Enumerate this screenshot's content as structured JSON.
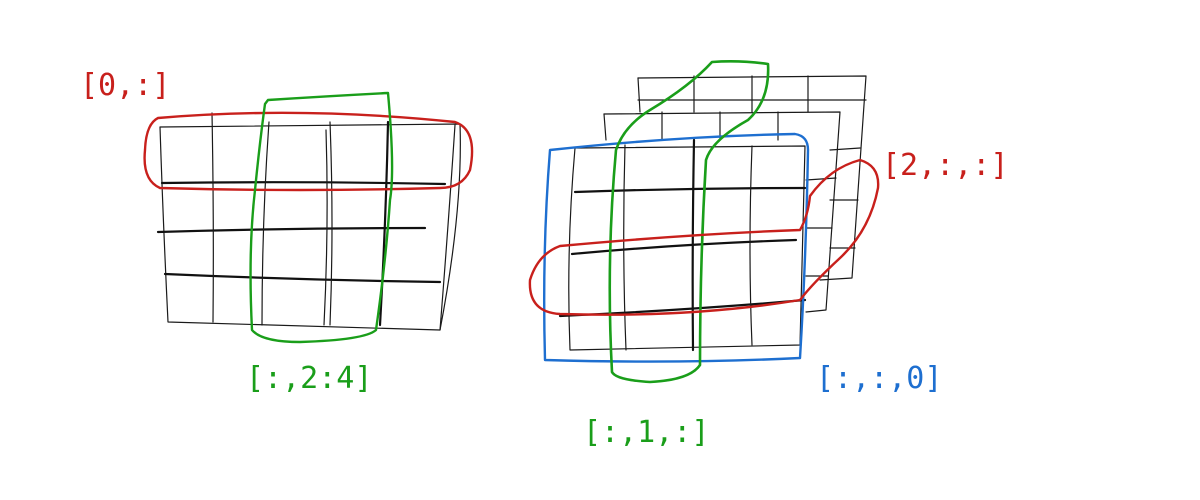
{
  "colors": {
    "ink": "#1a1a1a",
    "red": "#c8201c",
    "green": "#1a9e1a",
    "blue": "#1e6fd0"
  },
  "diagram": {
    "left_array": {
      "grid": "4 rows x 6 columns (2D array)",
      "slices": [
        {
          "label": "[0,:]",
          "color": "red",
          "selects": "first row"
        },
        {
          "label": "[:,2:4]",
          "color": "green",
          "selects": "columns 2-3"
        }
      ]
    },
    "right_array": {
      "grid": "3 stacked 4x4 layers (3D array)",
      "slices": [
        {
          "label": "[2,:,:]",
          "color": "red",
          "selects": "third row of the front layer"
        },
        {
          "label": "[:,1,:]",
          "color": "green",
          "selects": "second column through all layers"
        },
        {
          "label": "[:,:,0]",
          "color": "blue",
          "selects": "front layer"
        }
      ]
    }
  },
  "labels": {
    "left_red": "[0,:]",
    "left_green": "[:,2:4]",
    "right_red": "[2,:,:]",
    "right_green": "[:,1,:]",
    "right_blue": "[:,:,0]"
  }
}
